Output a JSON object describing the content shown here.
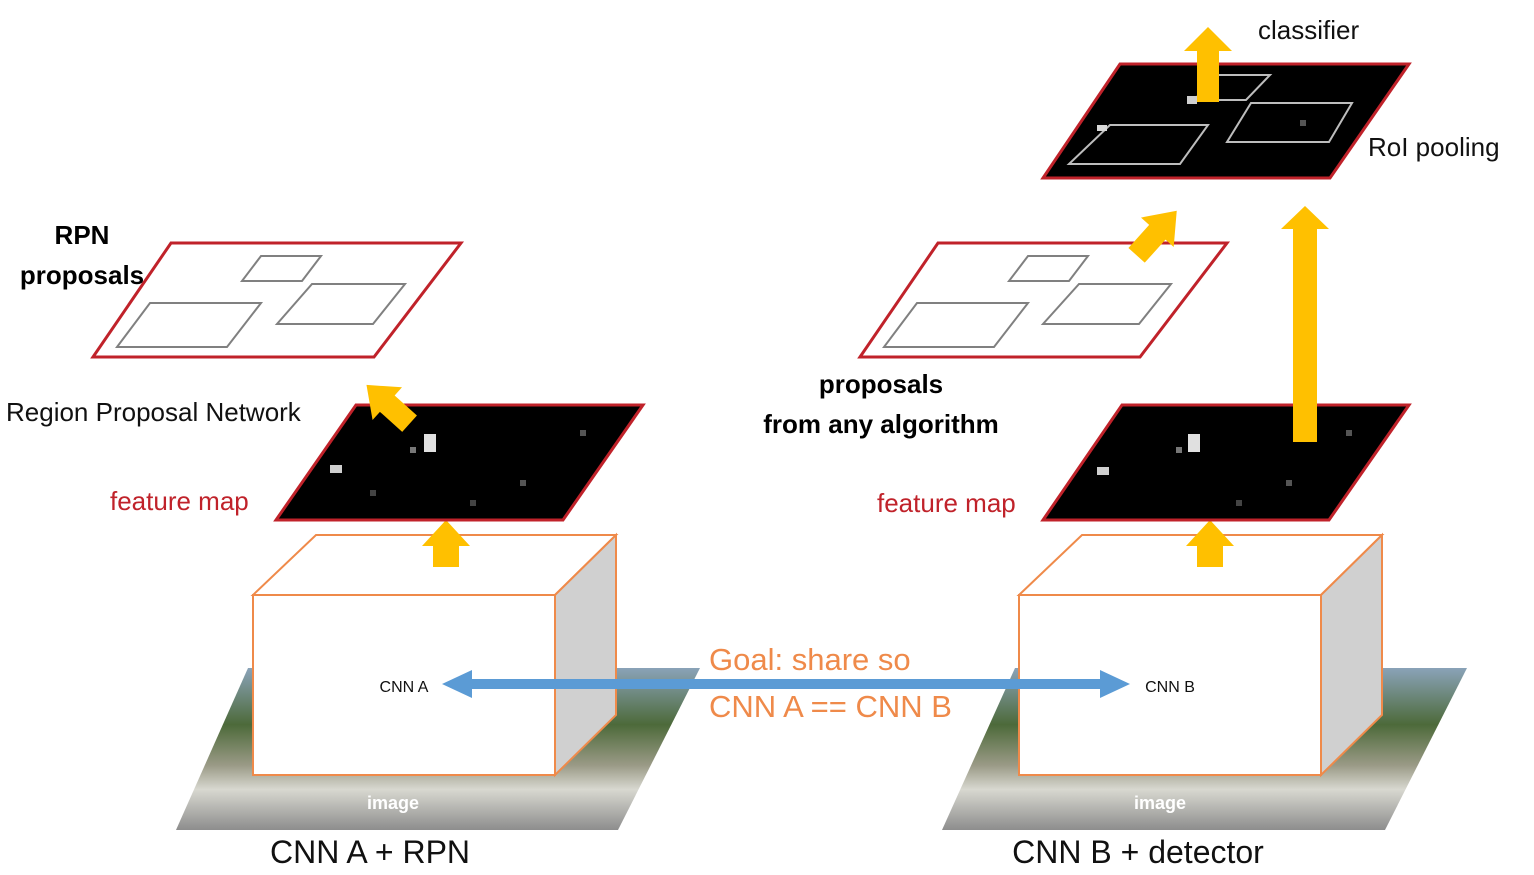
{
  "left_panel": {
    "rpn_proposals_line1": "RPN",
    "rpn_proposals_line2": "proposals",
    "region_proposal_network": "Region Proposal Network",
    "feature_map": "feature map",
    "cnn_label": "CNN A",
    "image_label": "image",
    "caption": "CNN A + RPN"
  },
  "center": {
    "goal_line1": "Goal: share so",
    "goal_line2": "CNN A == CNN B"
  },
  "right_panel": {
    "classifier": "classifier",
    "roi_pooling": "RoI pooling",
    "proposals_line1": "proposals",
    "proposals_line2": "from any algorithm",
    "feature_map": "feature map",
    "cnn_label": "CNN B",
    "image_label": "image",
    "caption": "CNN B + detector"
  },
  "colors": {
    "plane_border": "#c0222a",
    "cnn_box_border": "#ef8a4a",
    "arrow_fill": "#ffc000",
    "double_arrow": "#5b9bd5",
    "goal_text": "#ef8a4a"
  }
}
